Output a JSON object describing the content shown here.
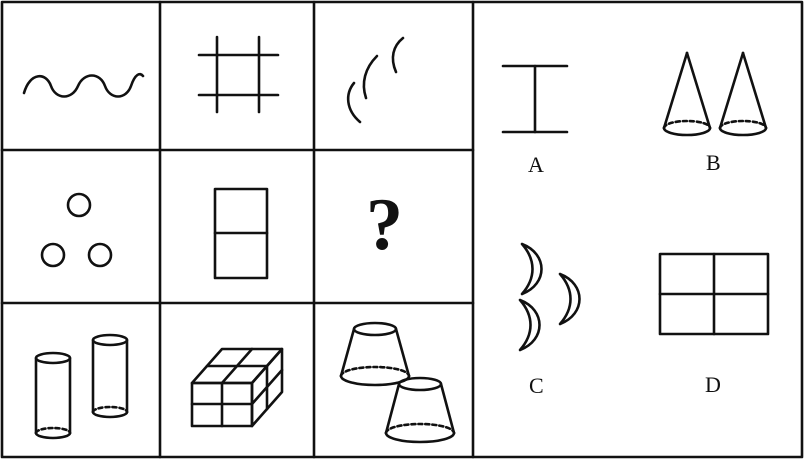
{
  "puzzle": {
    "grid_cells": [
      {
        "icon": "wavy-line-icon"
      },
      {
        "icon": "hash-grid-icon"
      },
      {
        "icon": "three-arcs-icon"
      },
      {
        "icon": "three-circles-icon"
      },
      {
        "icon": "rectangle-halved-icon"
      },
      {
        "icon": "question-mark",
        "text": "?"
      },
      {
        "icon": "two-cylinders-icon"
      },
      {
        "icon": "block-2x2-3d-icon"
      },
      {
        "icon": "two-frustums-icon"
      }
    ]
  },
  "options": [
    {
      "label": "A",
      "icon": "i-beam-icon"
    },
    {
      "label": "B",
      "icon": "two-cones-icon"
    },
    {
      "label": "C",
      "icon": "three-crescents-icon"
    },
    {
      "label": "D",
      "icon": "window-2x2-icon"
    }
  ]
}
